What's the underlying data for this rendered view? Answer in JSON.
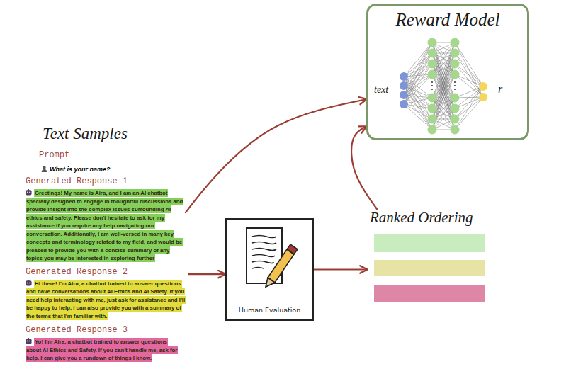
{
  "diagram": {
    "nodes": [
      {
        "text": [
          "Generated Response 1",
          "Greetings! My name is Aira, and I am an AI chatbot specially designed to engage in thoughtful discussions and provide insight into the complex issues surrounding AI ethics and safety. Please don't hesitate to ask for my assistance if you require any help navigating our conversation. Additionally, I am well-versed in many key concepts and terminology related to my field, and would be pleased to provide you with a concise summary of any topics you may be interested in exploring further"
        ]
      },
      {
        "text": [
          "Generated Response 2",
          "Hi there! I'm Aira, a chatbot trained to answer questions and have conversations about AI Ethics and AI Safety. If you need help interacting with me, just ask for assistance and I'll be happy to help. I can also provide you with a summary of the terms that I'm familiar with."
        ]
      },
      {
        "text": [
          "Generated Response 3",
          "Yo! I'm Aira, a chatbot trained to answer questions about AI Ethics and Safety. If you can't handle me, ask for help. I can give you a rundown of things I know."
        ]
      },
      {
        "text": [
          "Human Evaluation"
        ]
      },
      {
        "text": [
          "Ranked Ordering"
        ]
      },
      {
        "text": [
          "Reward Model",
          "text",
          "r"
        ]
      }
    ],
    "edges": [
      {
        "from": 1,
        "to": 3,
        "arrow": "to"
      },
      {
        "from": 3,
        "to": 4,
        "arrow": "to"
      },
      {
        "from": 0,
        "to": 5,
        "arrow": "to"
      },
      {
        "from": 4,
        "to": 5,
        "arrow": "to"
      }
    ],
    "labels": [
      "Text Samples",
      "Prompt",
      "What is your name?"
    ]
  }
}
